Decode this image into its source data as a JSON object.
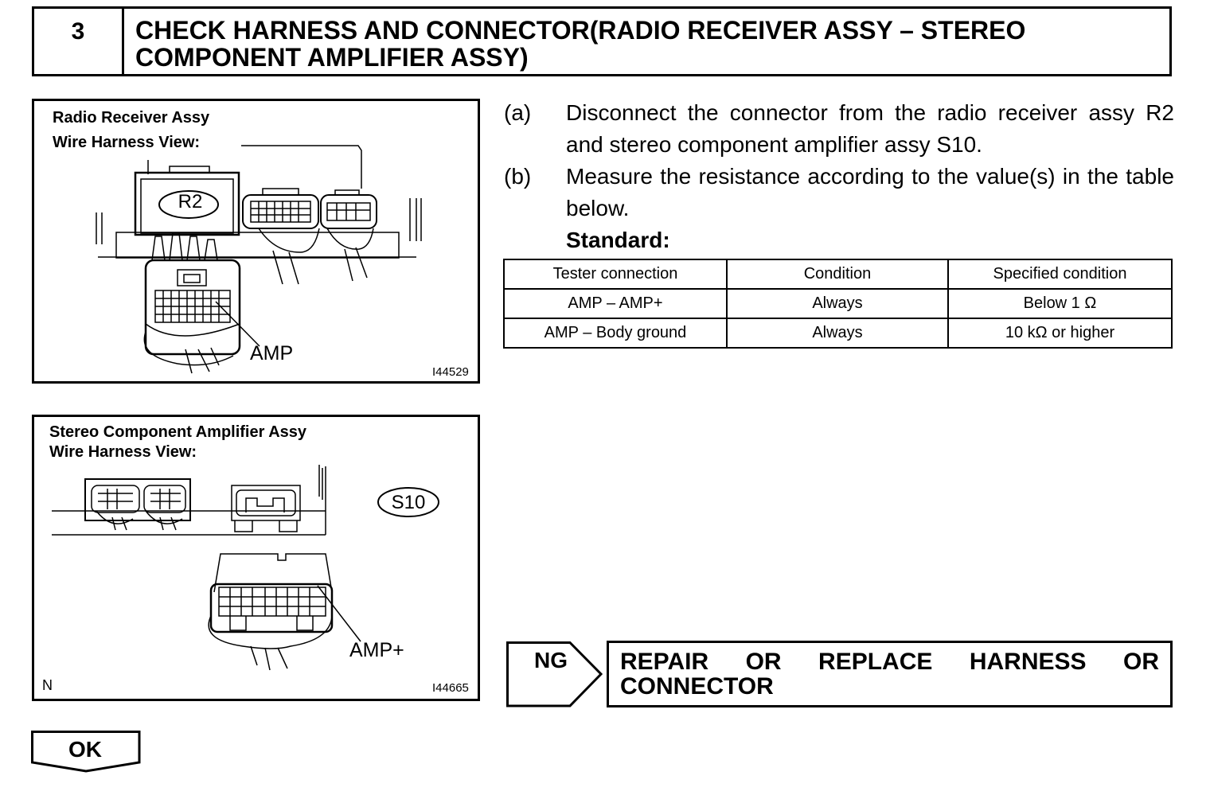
{
  "header": {
    "step_number": "3",
    "title": "CHECK HARNESS AND CONNECTOR(RADIO RECEIVER ASSY – STEREO COMPONENT AMPLIFIER ASSY)"
  },
  "figure_1": {
    "title_line1": "Radio Receiver Assy",
    "title_line2": "Wire Harness View:",
    "connector_id": "R2",
    "terminal_label": "AMP",
    "figure_code": "I44529"
  },
  "figure_2": {
    "title_line1": "Stereo Component Amplifier Assy",
    "title_line2": "Wire Harness View:",
    "connector_id": "S10",
    "terminal_label": "AMP+",
    "corner_mark": "N",
    "figure_code": "I44665"
  },
  "instructions": [
    {
      "letter": "(a)",
      "text": "Disconnect the connector from the radio receiver assy R2 and stereo component amplifier assy S10."
    },
    {
      "letter": "(b)",
      "text": "Measure the resistance according to the value(s) in the table below."
    }
  ],
  "standard_label": "Standard:",
  "spec_table": {
    "headers": [
      "Tester connection",
      "Condition",
      "Specified condition"
    ],
    "rows": [
      [
        "AMP – AMP+",
        "Always",
        "Below 1 Ω"
      ],
      [
        "AMP – Body ground",
        "Always",
        "10 kΩ or higher"
      ]
    ]
  },
  "result_ng": {
    "label": "NG",
    "action": "REPAIR OR REPLACE HARNESS OR CONNECTOR"
  },
  "result_ok": {
    "label": "OK"
  }
}
